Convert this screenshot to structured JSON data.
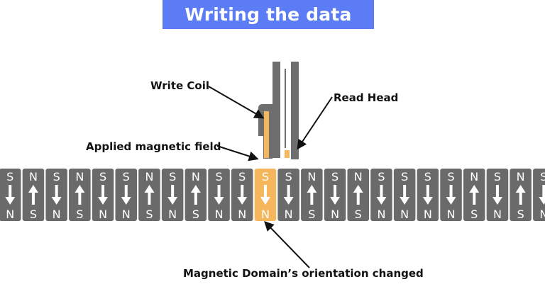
{
  "title": "Writing the data",
  "labels": {
    "write_coil": "Write Coil",
    "read_head": "Read Head",
    "applied_field": "Applied magnetic field",
    "domain_changed": "Magnetic Domain’s orientation changed"
  },
  "domain_letters": {
    "north": "N",
    "south": "S"
  },
  "domains": [
    "down",
    "up",
    "down",
    "up",
    "down",
    "down",
    "up",
    "down",
    "up",
    "down",
    "down",
    "down",
    "down",
    "up",
    "down",
    "up",
    "down",
    "down",
    "down",
    "down",
    "up",
    "down",
    "up",
    "down"
  ],
  "highlighted_domain_index": 11,
  "colors": {
    "banner": "#5b7cf5",
    "domain": "#6a6a6a",
    "highlight": "#f6b75c",
    "head": "#6e6e6e",
    "arrow": "#111111"
  }
}
